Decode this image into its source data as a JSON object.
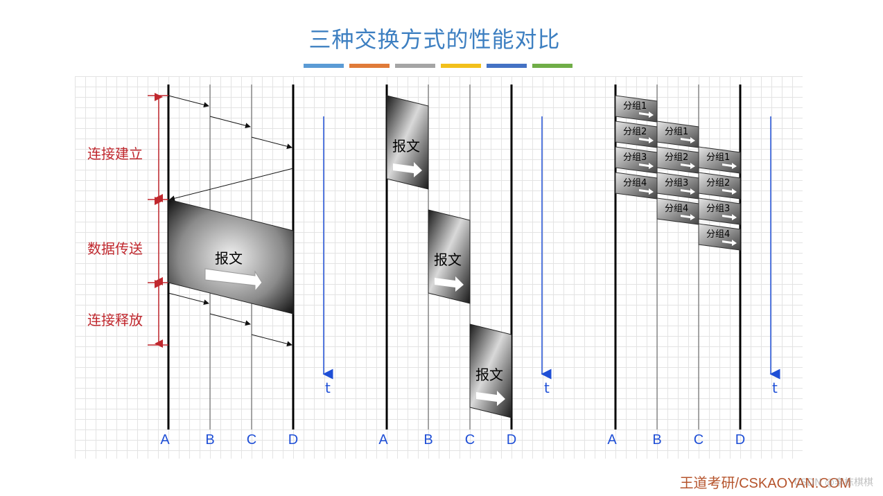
{
  "title": "三种交换方式的性能对比",
  "title_bar_colors": [
    "#5b9bd5",
    "#e07b39",
    "#a5a5a5",
    "#f2c01b",
    "#4472c4",
    "#70ad47"
  ],
  "phases": {
    "connect": "连接建立",
    "transfer": "数据传送",
    "release": "连接释放"
  },
  "node_labels": [
    "A",
    "B",
    "C",
    "D"
  ],
  "time_label": "t",
  "message_label": "报文",
  "packets": [
    "分组1",
    "分组2",
    "分组3",
    "分组4"
  ],
  "footer": "王道考研/CSKAOYAN.COM",
  "csdn_mark": "CSDN @李栋棋棋",
  "colors": {
    "accent_blue": "#1f4fd6",
    "phase_red": "#c0272d",
    "title_blue": "#3d7fc1"
  }
}
